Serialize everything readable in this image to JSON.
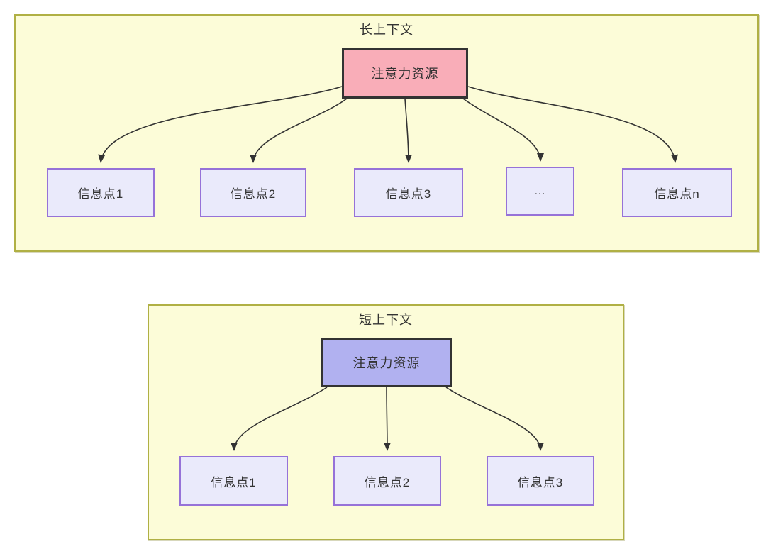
{
  "diagram": {
    "colors": {
      "container_fill": "#fcfcd8",
      "container_border": "#b0b044",
      "attention_long_fill": "#f9adb8",
      "attention_short_fill": "#b1b1f0",
      "node_fill": "#eaeafb",
      "node_border": "#9672d8",
      "line_color": "#333333",
      "text_color": "#333333"
    },
    "long_context": {
      "title": "长上下文",
      "source": {
        "label": "注意力资源"
      },
      "targets": [
        {
          "label": "信息点1"
        },
        {
          "label": "信息点2"
        },
        {
          "label": "信息点3"
        },
        {
          "label": "..."
        },
        {
          "label": "信息点n"
        }
      ]
    },
    "short_context": {
      "title": "短上下文",
      "source": {
        "label": "注意力资源"
      },
      "targets": [
        {
          "label": "信息点1"
        },
        {
          "label": "信息点2"
        },
        {
          "label": "信息点3"
        }
      ]
    }
  }
}
